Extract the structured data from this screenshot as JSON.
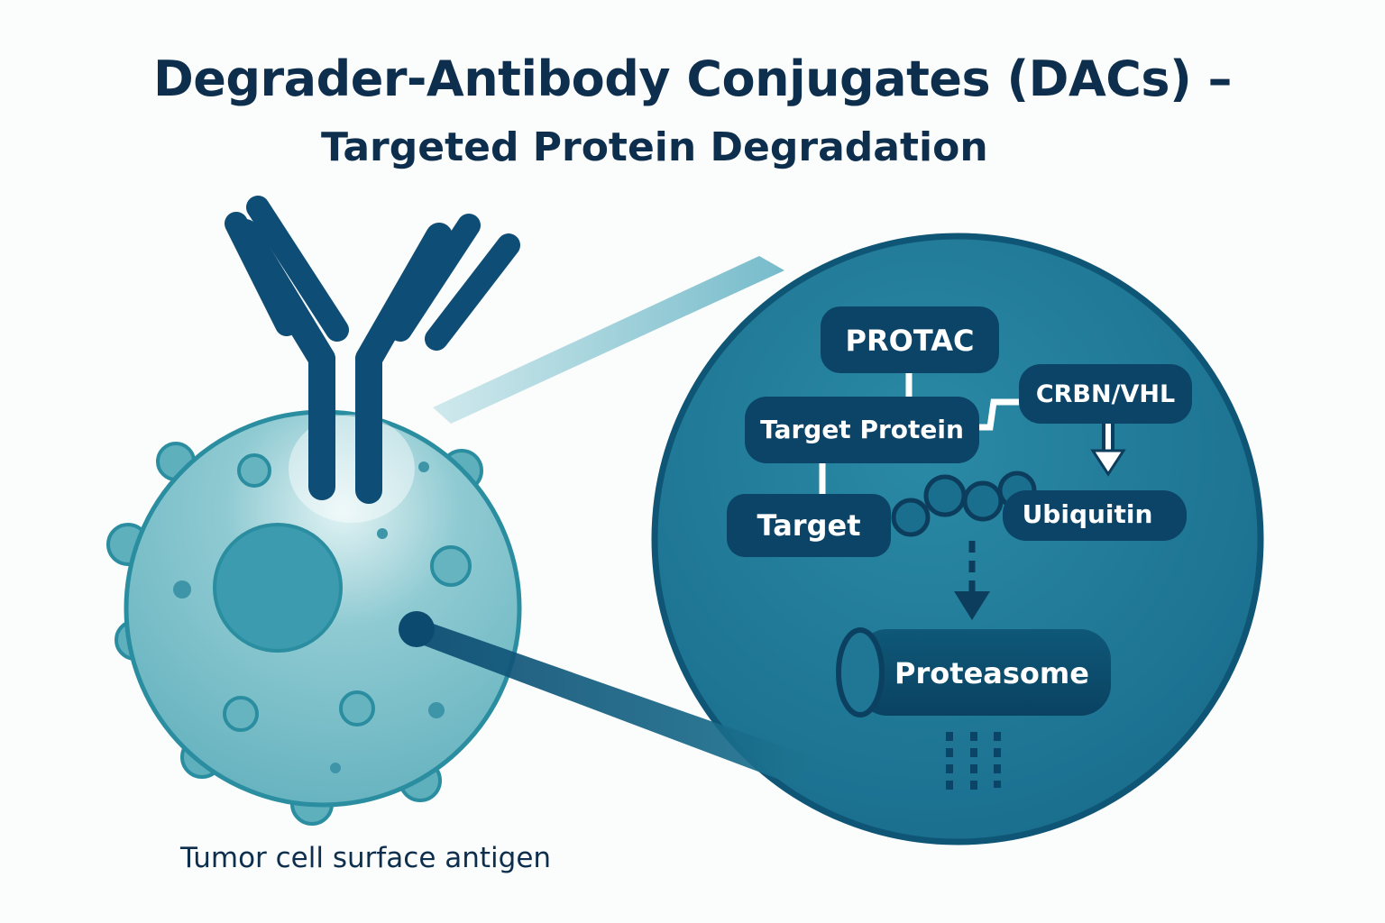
{
  "title": "Degrader-Antibody Conjugates (DACs) –",
  "subtitle": "Targeted Protein Degradation",
  "caption": "Tumor cell surface antigen",
  "labels": {
    "protac": "PROTAC",
    "target_protein": "Target Protein",
    "crbn_vhl": "CRBN/VHL",
    "target": "Target",
    "ubiquitin": "Ubiquitin",
    "proteasome": "Proteasome"
  },
  "colors": {
    "antibody": "#0e4d75",
    "cell_fill": "#6fb9c4",
    "cell_stroke": "#2a8da0",
    "zoom_circle": "#1c7390",
    "zoom_stroke": "#0f5676",
    "label_box": "#0c4468",
    "title_text": "#0d2e4c"
  },
  "icons": {
    "antibody": "y-shaped-antibody-icon",
    "cell": "tumor-cell-icon",
    "proteasome": "proteasome-cylinder-icon",
    "ubiquitin": "ubiquitin-chain-icon"
  }
}
